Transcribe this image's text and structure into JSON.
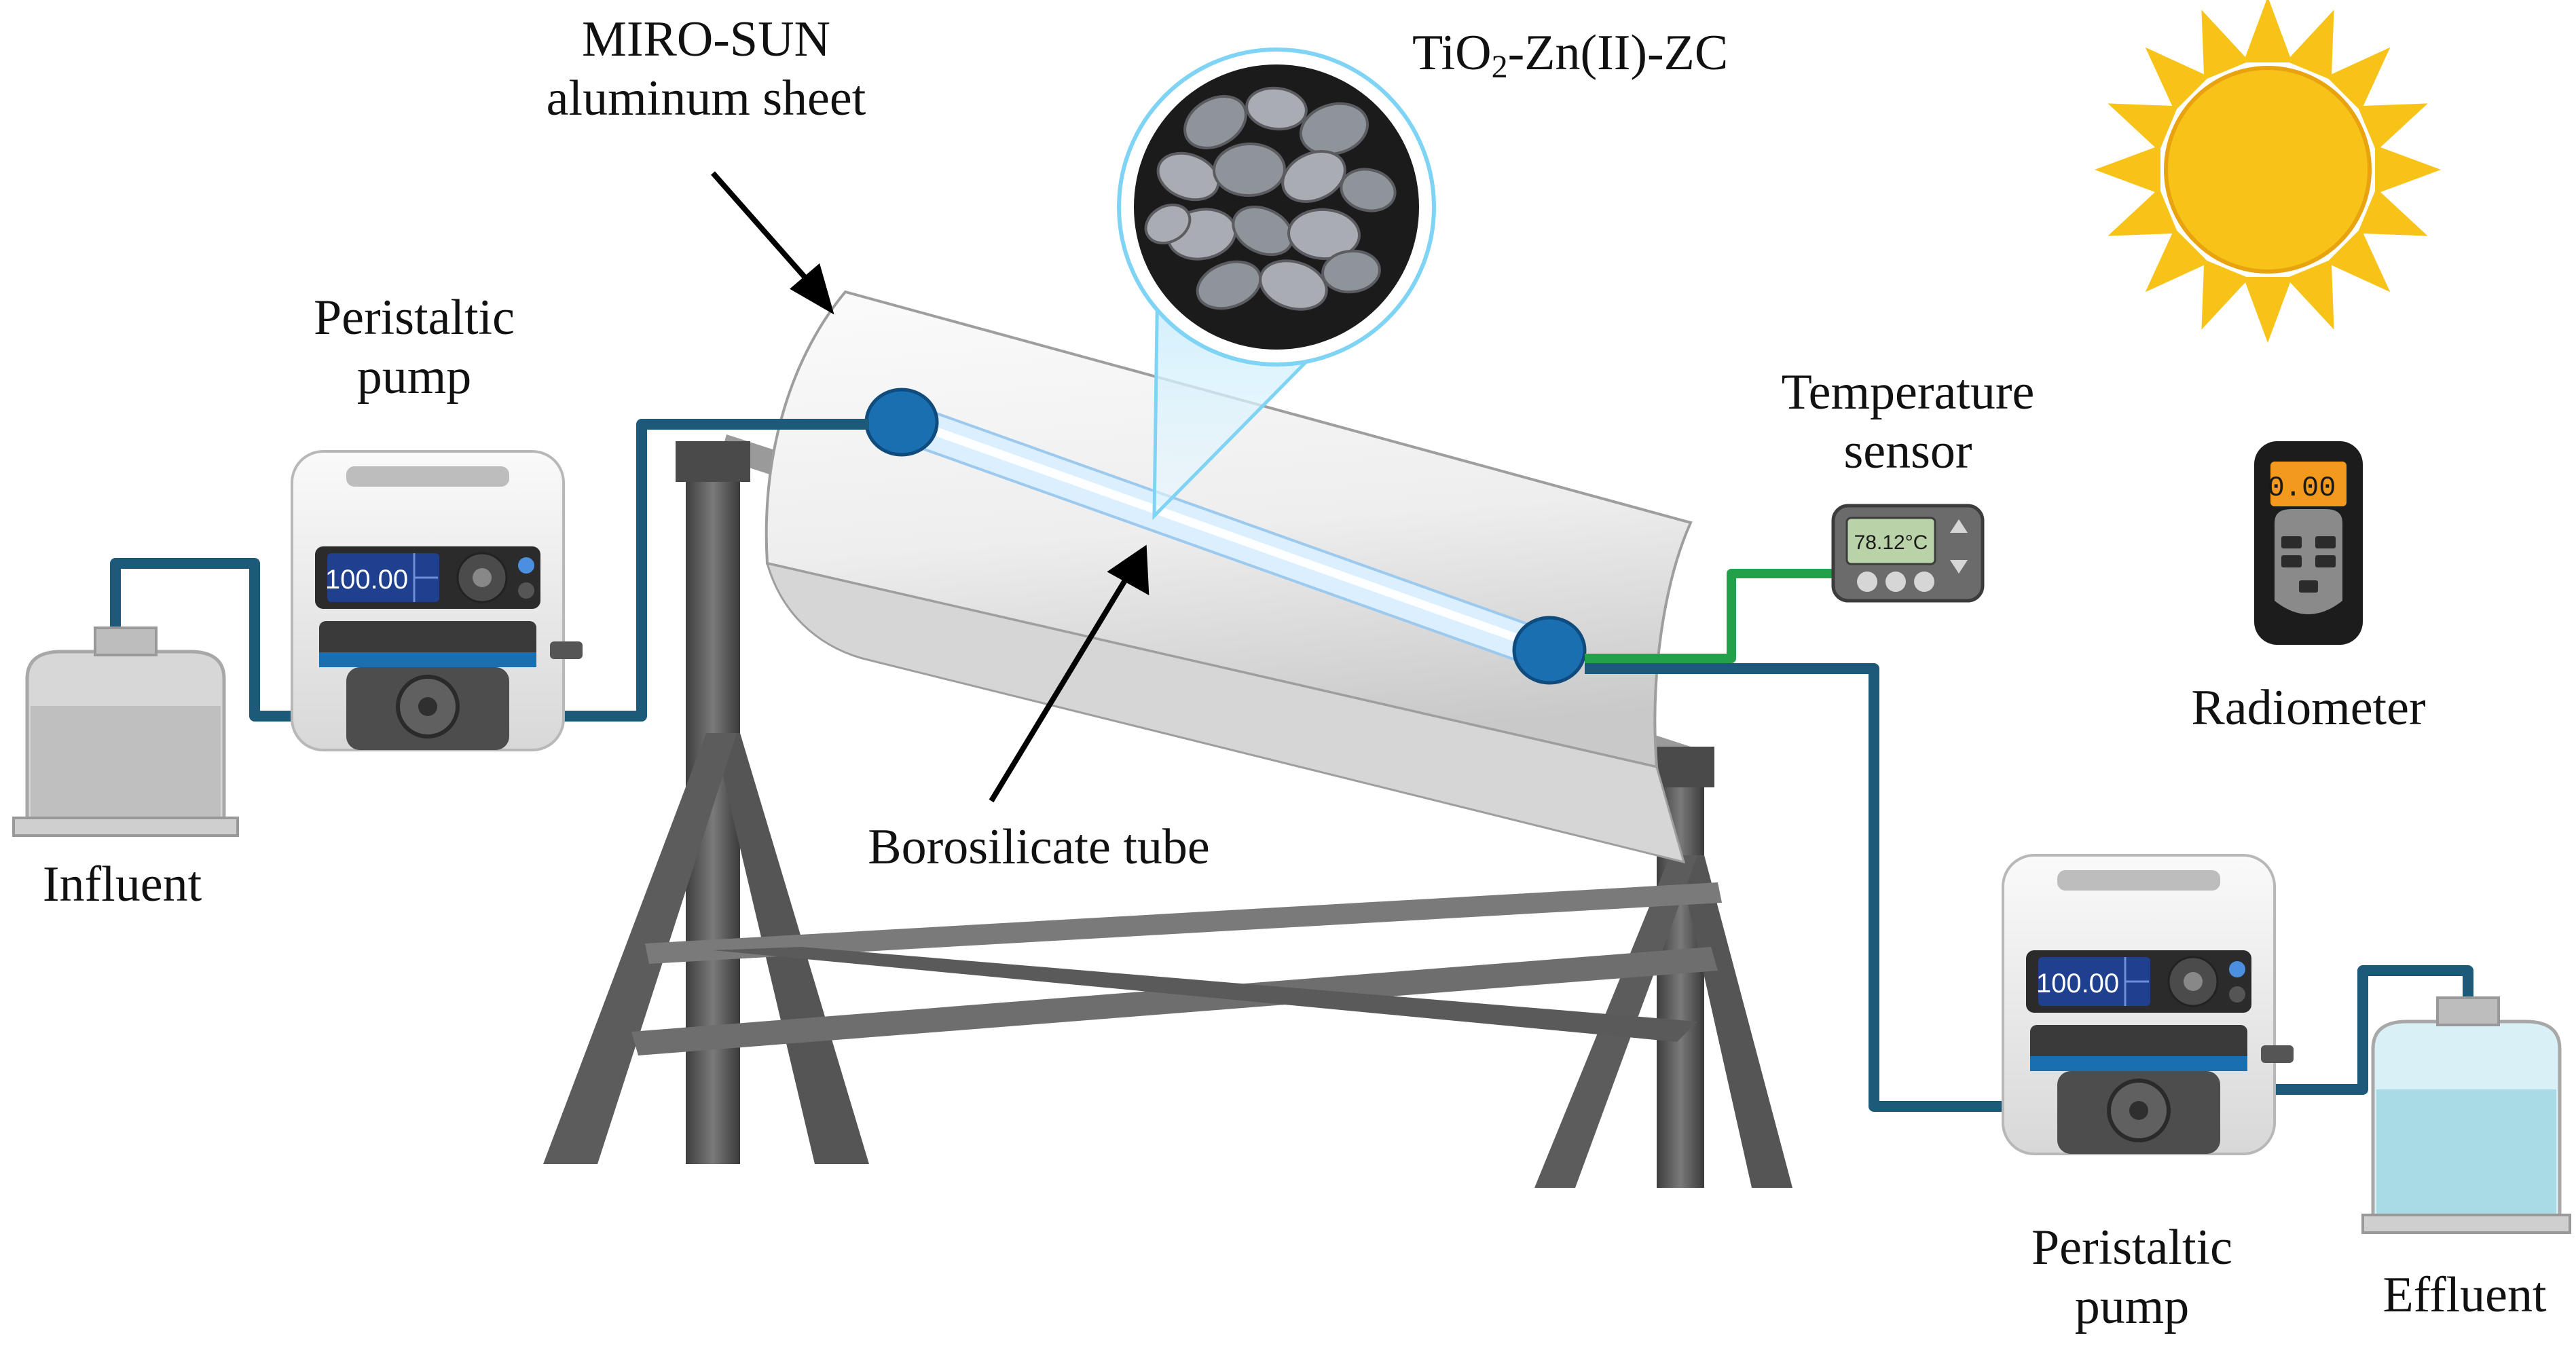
{
  "labels": {
    "miro_sun": "MIRO-SUN",
    "aluminum_sheet": "aluminum sheet",
    "catalyst_a": "TiO",
    "catalyst_sub": "2",
    "catalyst_b": "-Zn(II)-ZC",
    "pump_left_a": "Peristaltic",
    "pump_left_b": "pump",
    "temp_a": "Temperature",
    "temp_b": "sensor",
    "radiometer": "Radiometer",
    "influent": "Influent",
    "borosilicate": "Borosilicate tube",
    "pump_right_a": "Peristaltic",
    "pump_right_b": "pump",
    "effluent": "Effluent"
  },
  "displays": {
    "pump_left": "100.00",
    "pump_right": "100.00",
    "temperature": "78.12°C",
    "radiometer": "0.00"
  },
  "colors": {
    "tubing_blue": "#1d5a7a",
    "tubing_green": "#22a04a",
    "sun": "#f7c318",
    "end_cap": "#1a6fb0",
    "pump_screen": "#1f3f8f",
    "radiometer_screen": "#f39a1e"
  }
}
